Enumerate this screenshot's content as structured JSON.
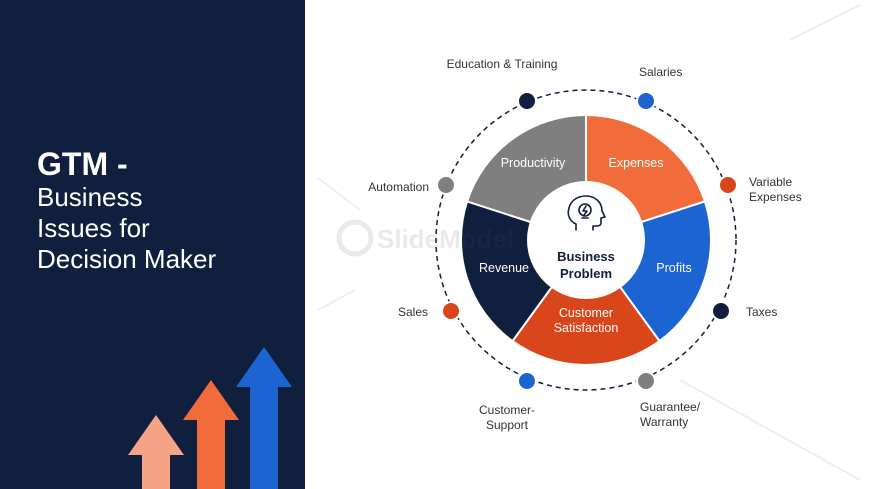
{
  "title": {
    "main": "GTM -",
    "lines": [
      "Business",
      "Issues for",
      "Decision Maker"
    ]
  },
  "watermark": "SlideModel",
  "colors": {
    "navy": "#0f1f3d",
    "orange": "#f26b3a",
    "blue": "#1c64d1",
    "red_orange": "#d9461c",
    "gray": "#7f7f7f",
    "peach": "#f6a287"
  },
  "center": {
    "line1": "Business",
    "line2": "Problem",
    "icon": "head-lightbulb-icon"
  },
  "segments": [
    {
      "label": "Expenses",
      "color": "#f26b3a"
    },
    {
      "label": "Profits",
      "color": "#1c64d1"
    },
    {
      "label": "Customer Satisfaction",
      "color": "#d9461c"
    },
    {
      "label": "Revenue",
      "color": "#0f1f3d"
    },
    {
      "label": "Productivity",
      "color": "#7f7f7f"
    }
  ],
  "outer_items": [
    {
      "label": "Education & Training",
      "color": "#0f1f3d"
    },
    {
      "label": "Salaries",
      "color": "#1c64d1"
    },
    {
      "label": "Variable Expenses",
      "color": "#d9461c"
    },
    {
      "label": "Taxes",
      "color": "#0f1f3d"
    },
    {
      "label": "Guarantee/ Warranty",
      "color": "#7f7f7f"
    },
    {
      "label": "Customer- Support",
      "color": "#1c64d1"
    },
    {
      "label": "Sales",
      "color": "#d9461c"
    },
    {
      "label": "Automation",
      "color": "#7f7f7f"
    }
  ]
}
